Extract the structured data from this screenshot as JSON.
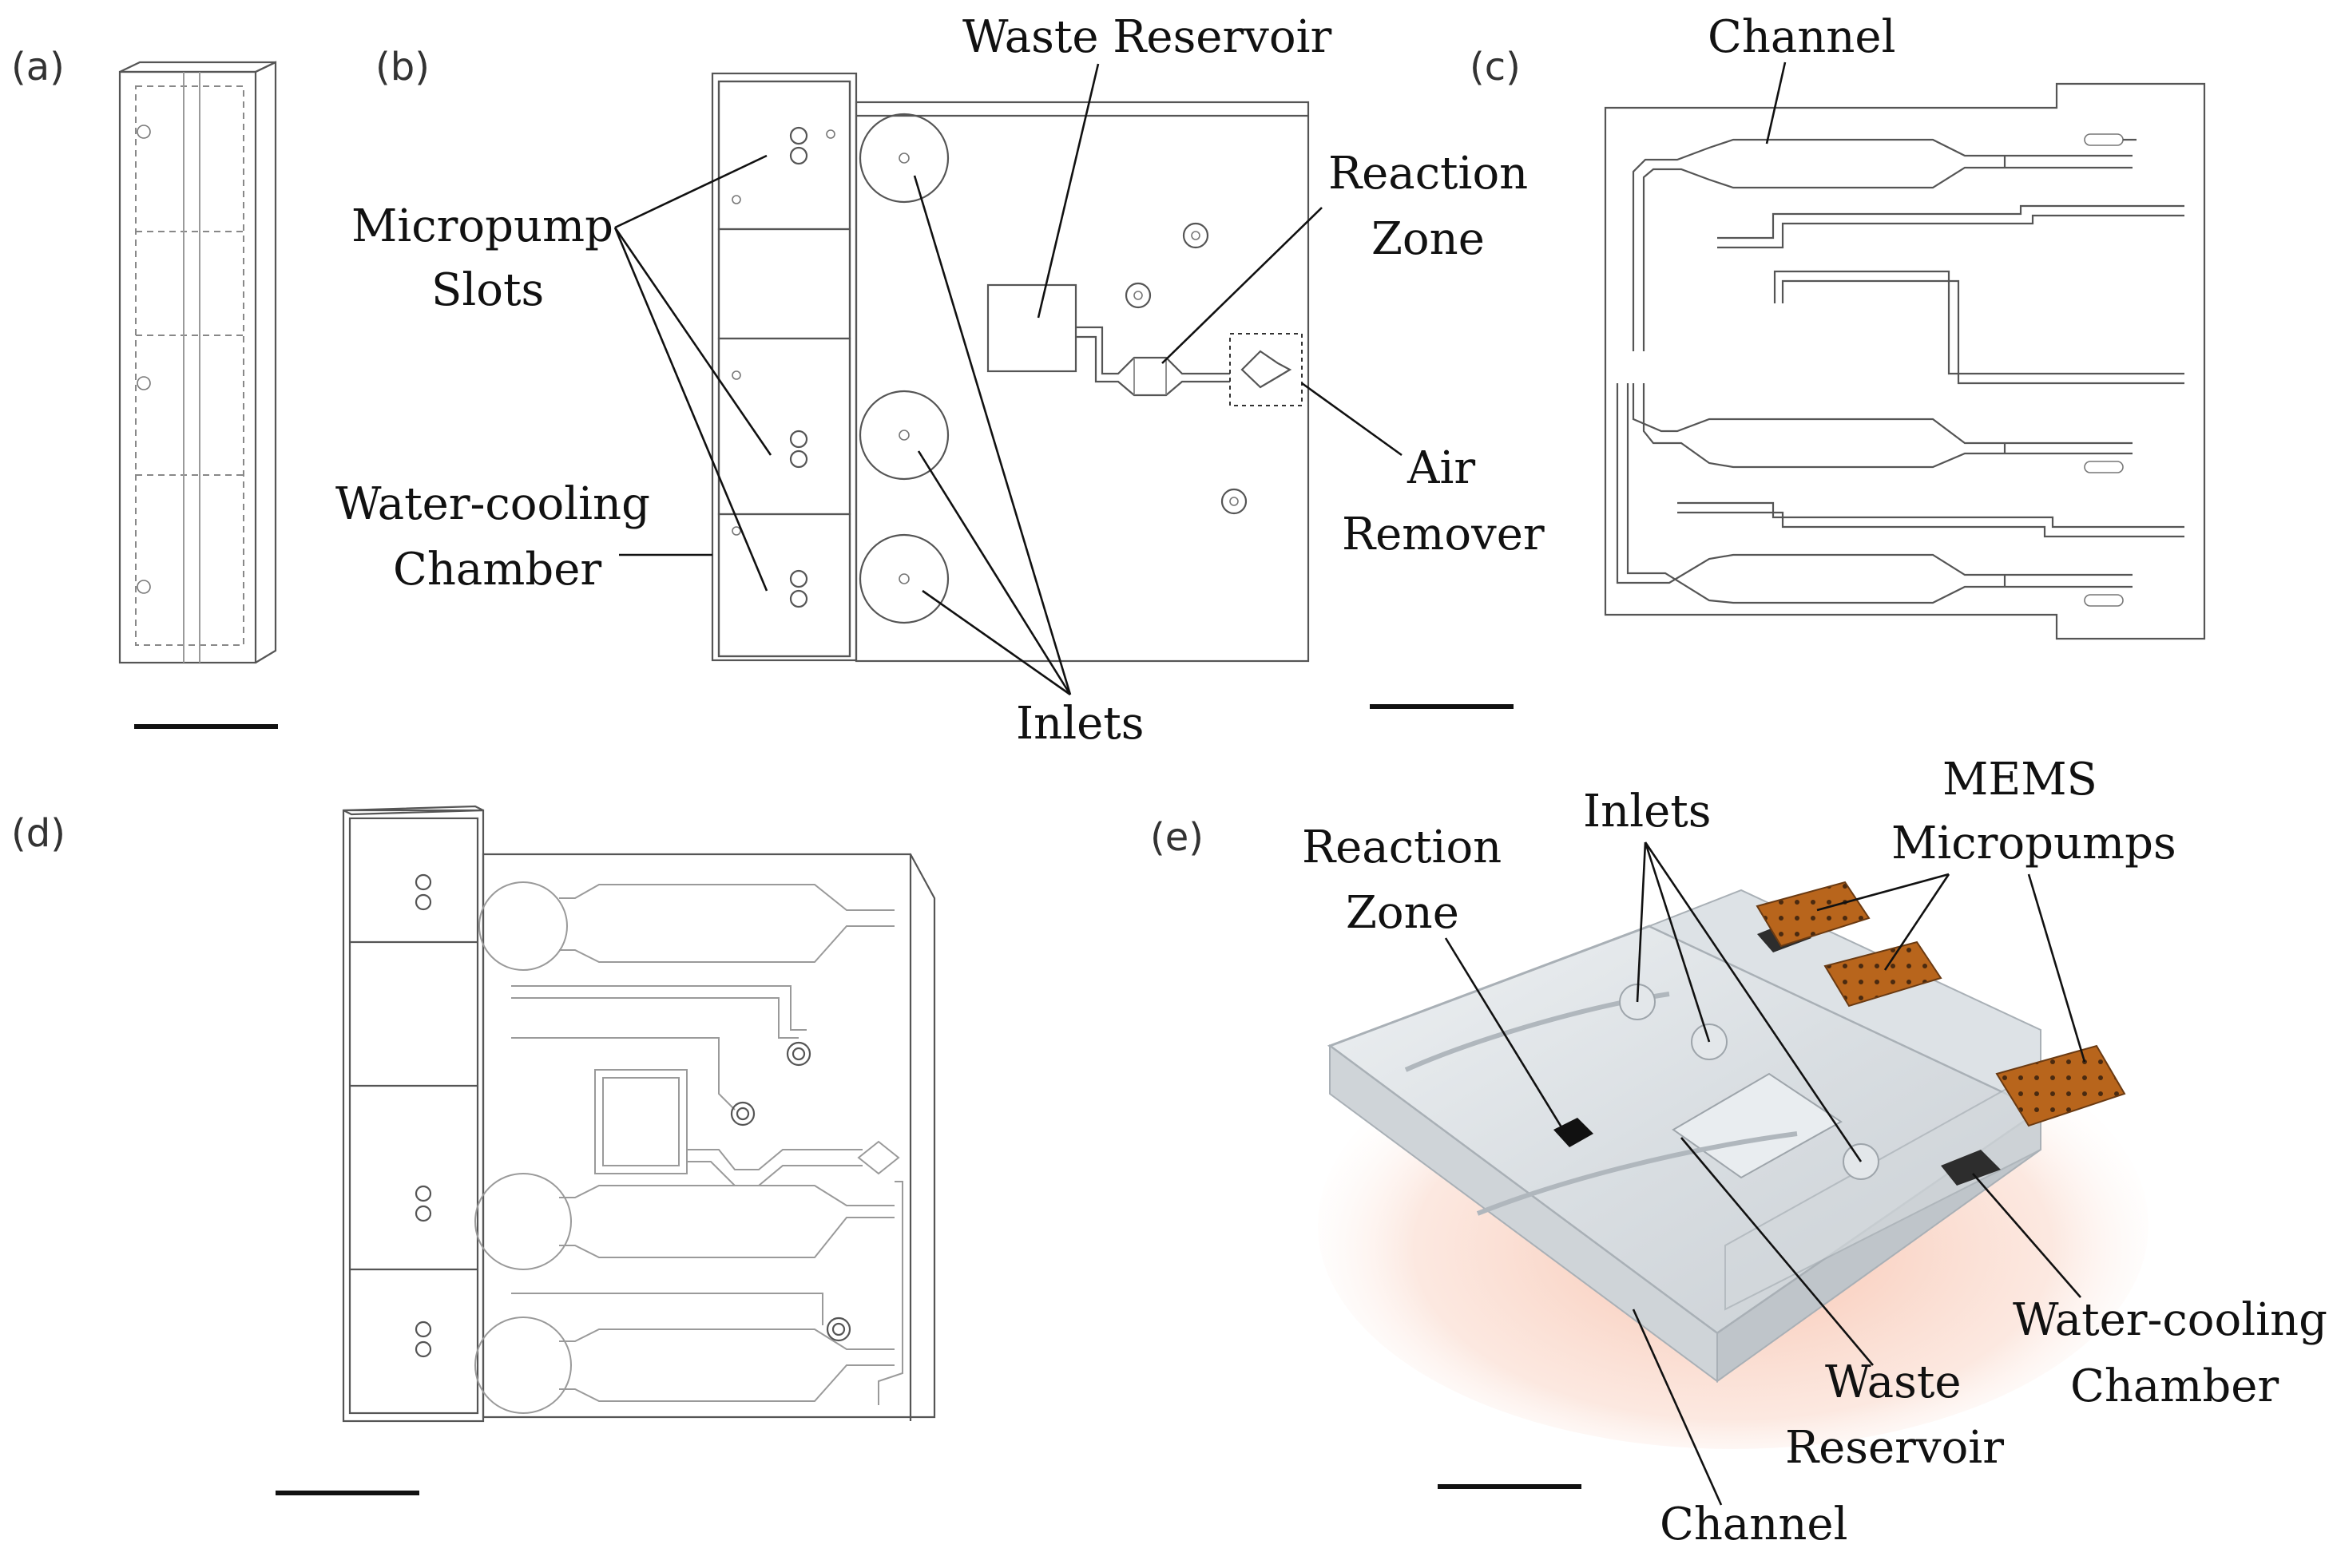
{
  "panels": {
    "a": {
      "label": "(a)"
    },
    "b": {
      "label": "(b)",
      "waste_reservoir": "Waste Reservoir",
      "reaction_zone_1": "Reaction",
      "reaction_zone_2": "Zone",
      "micropump_slots_1": "Micropump",
      "micropump_slots_2": "Slots",
      "water_cooling_1": "Water-cooling",
      "water_cooling_2": "Chamber",
      "air_remover_1": "Air",
      "air_remover_2": "Remover",
      "inlets": "Inlets"
    },
    "c": {
      "label": "(c)",
      "channel": "Channel"
    },
    "d": {
      "label": "(d)"
    },
    "e": {
      "label": "(e)",
      "reaction_zone_1": "Reaction",
      "reaction_zone_2": "Zone",
      "inlets": "Inlets",
      "mems_1": "MEMS",
      "mems_2": "Micropumps",
      "water_cooling_1": "Water-cooling",
      "water_cooling_2": "Chamber",
      "waste_1": "Waste",
      "waste_2": "Reservoir",
      "channel": "Channel"
    }
  },
  "colors": {
    "line": "#555555",
    "text": "#111111",
    "pump_copper": "#b8651c",
    "glow": "#f2a88c"
  }
}
